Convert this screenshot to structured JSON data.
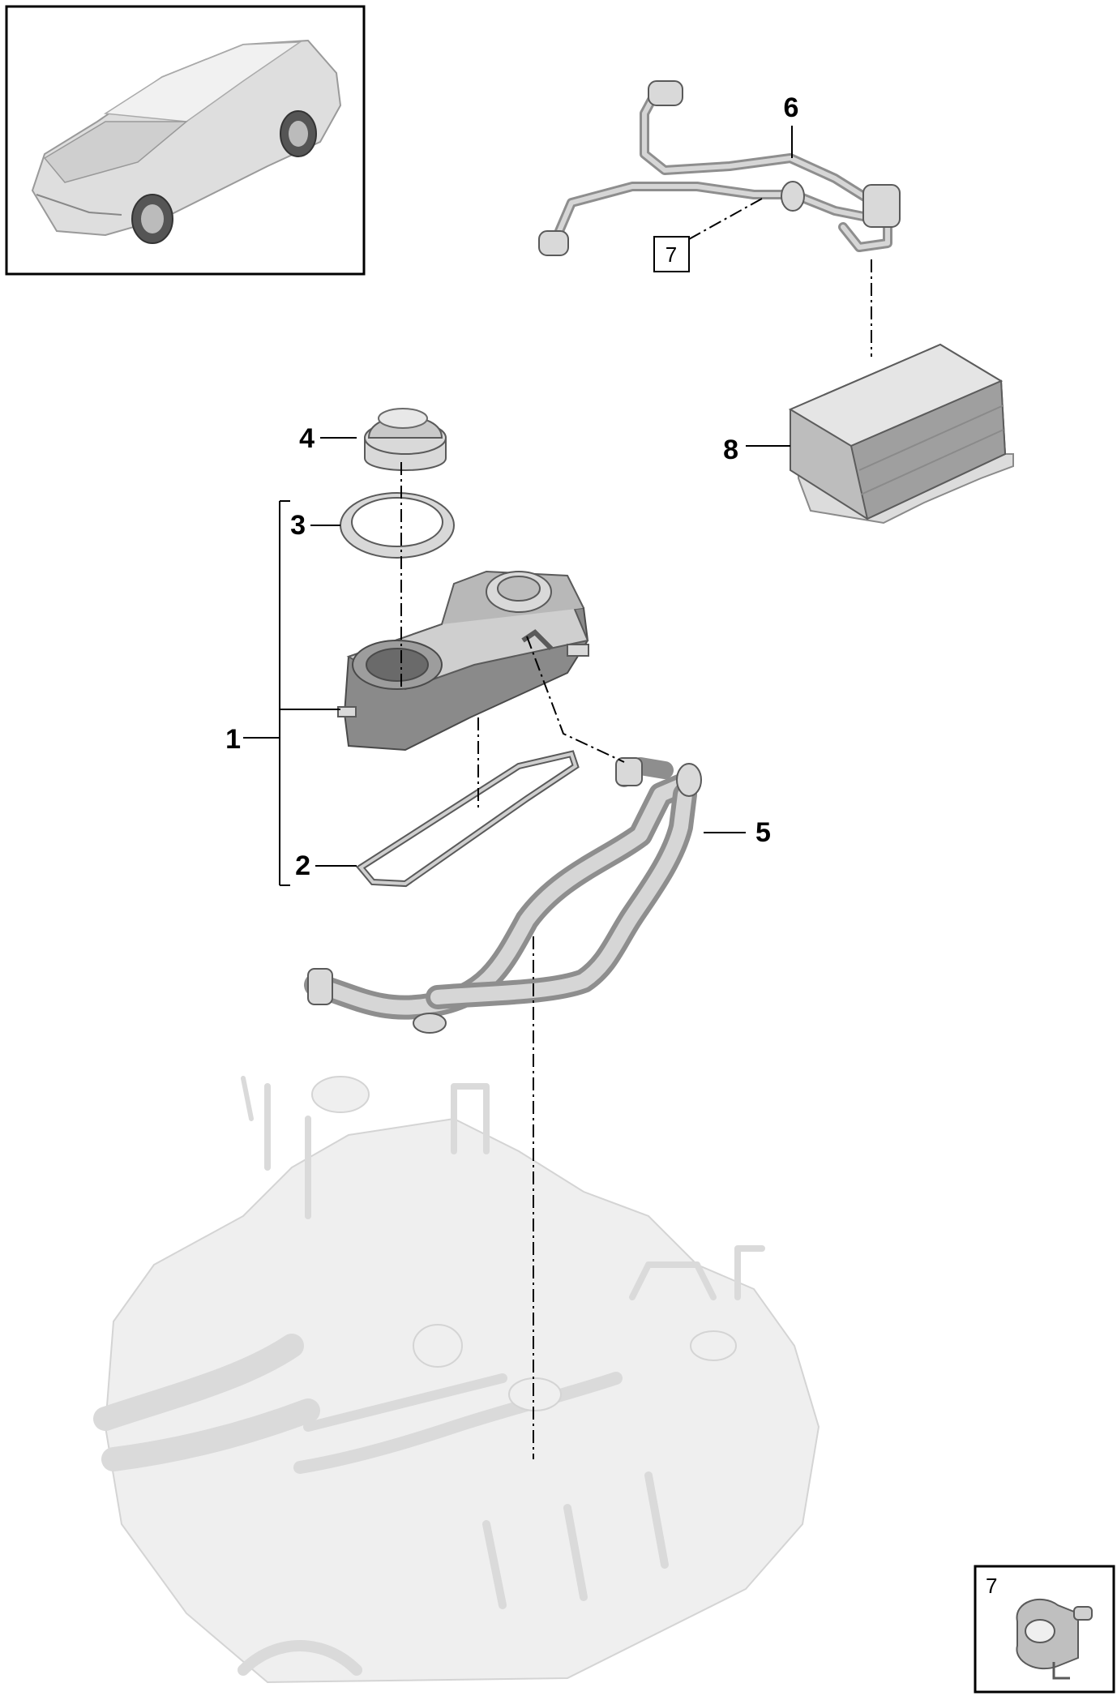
{
  "callouts": [
    {
      "id": "1",
      "text": "1"
    },
    {
      "id": "2",
      "text": "2"
    },
    {
      "id": "3",
      "text": "3"
    },
    {
      "id": "4",
      "text": "4"
    },
    {
      "id": "5",
      "text": "5"
    },
    {
      "id": "6",
      "text": "6"
    },
    {
      "id": "7",
      "text": "7"
    },
    {
      "id": "8",
      "text": "8"
    }
  ],
  "boxed_callout": {
    "text": "7"
  },
  "detail_inset": {
    "label": "7"
  },
  "parts": [
    {
      "callout": "1",
      "icon": "cylinder-head-cover-icon"
    },
    {
      "callout": "2",
      "icon": "gasket-icon"
    },
    {
      "callout": "3",
      "icon": "seal-ring-icon"
    },
    {
      "callout": "4",
      "icon": "oil-filler-cap-icon"
    },
    {
      "callout": "5",
      "icon": "breather-pipe-icon"
    },
    {
      "callout": "6",
      "icon": "coolant-line-icon"
    },
    {
      "callout": "7",
      "icon": "clip-icon"
    },
    {
      "callout": "8",
      "icon": "oil-cooler-icon"
    }
  ],
  "colors": {
    "line": "#000000",
    "part_fill": "#d9d9d9",
    "ghost_fill": "#efefef"
  }
}
